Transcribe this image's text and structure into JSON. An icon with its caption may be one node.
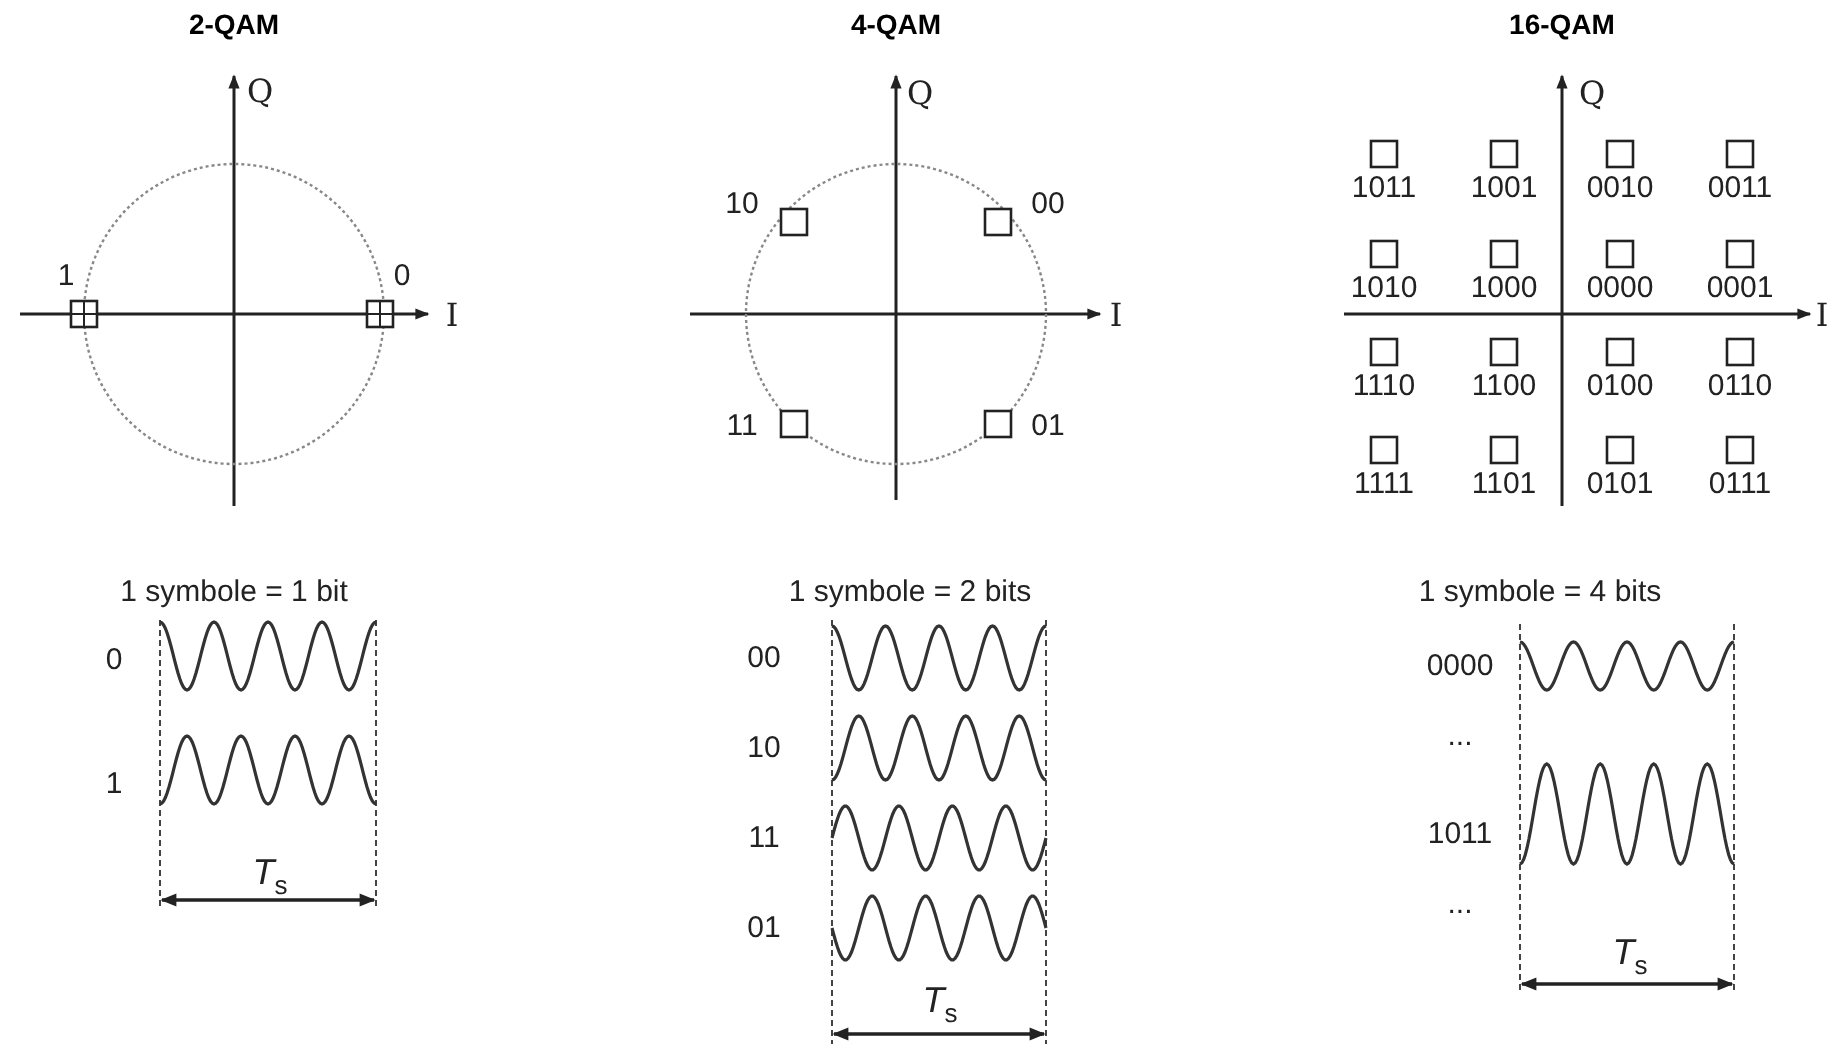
{
  "diagram": {
    "labels": [
      "2-QAM",
      "4-QAM",
      "16-QAM",
      "Q",
      "1",
      "0",
      "I",
      "Q",
      "10",
      "00",
      "I",
      "11",
      "01",
      "Q",
      "1011",
      "1001",
      "0010",
      "0011",
      "1010",
      "1000",
      "0000",
      "0001",
      "I",
      "1110",
      "1100",
      "0100",
      "0110",
      "1111",
      "1101",
      "0101",
      "0111",
      "1 symbole = 1 bit",
      "0",
      "1",
      "*T*$_{s}$",
      "1 symbole = 2 bits",
      "00",
      "10",
      "11",
      "01",
      "*T*$_{s}$",
      "1 symbole = 4 bits",
      "0000",
      "...",
      "1011",
      "...",
      "*T*$_{s}$"
    ]
  }
}
